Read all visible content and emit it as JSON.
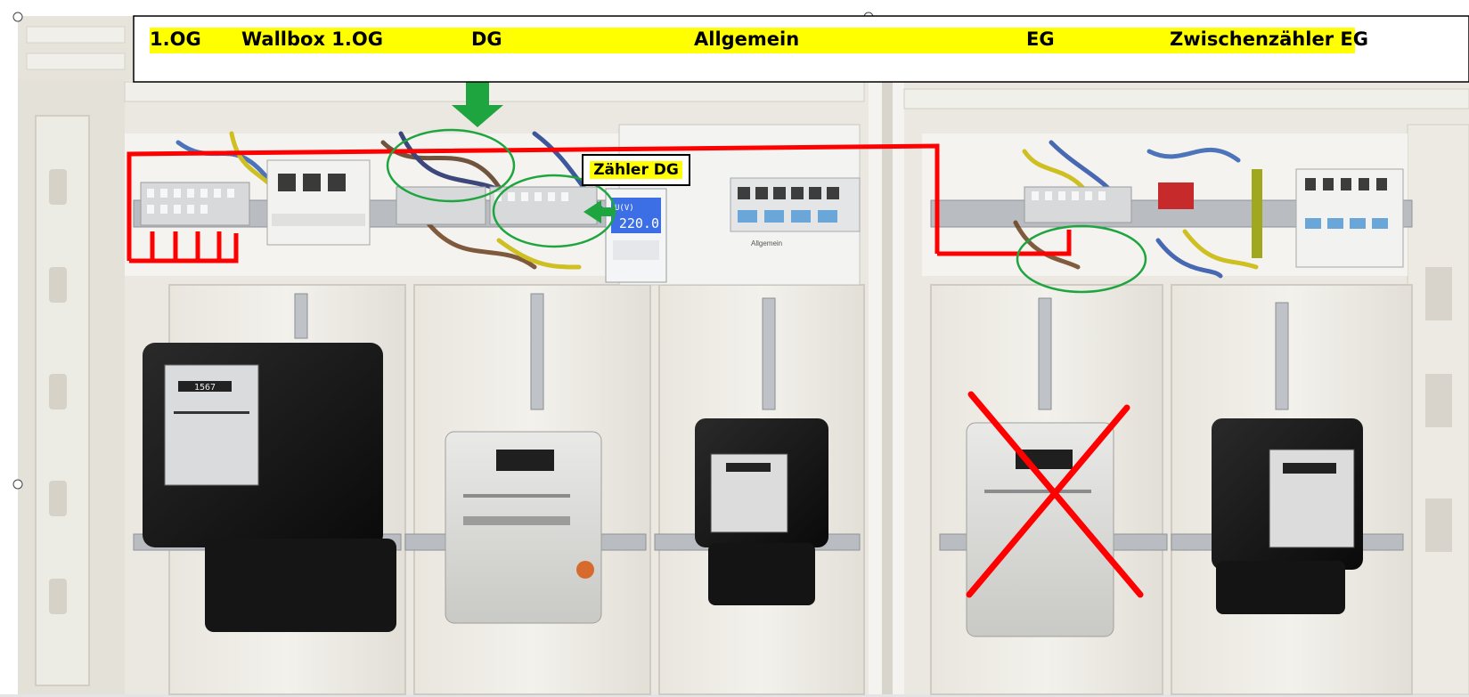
{
  "header": {
    "labels": [
      "1.OG",
      "Wallbox 1.OG",
      "DG",
      "Allgemein",
      "EG",
      "Zwischenzähler EG"
    ],
    "highlight_color": "#ffff00"
  },
  "callout": {
    "text": "Zähler DG"
  },
  "din_meter": {
    "display": "220.0",
    "unit": "U(V)"
  },
  "breaker_label": "Allgemein",
  "meter_counter": "1567",
  "annotation_colors": {
    "wiring": "#ff0000",
    "arrow": "#1fa53f",
    "circles": "#1fa53f",
    "cross": "#ff0000"
  },
  "icons": [
    "green-arrow-icon",
    "red-cross-icon"
  ]
}
